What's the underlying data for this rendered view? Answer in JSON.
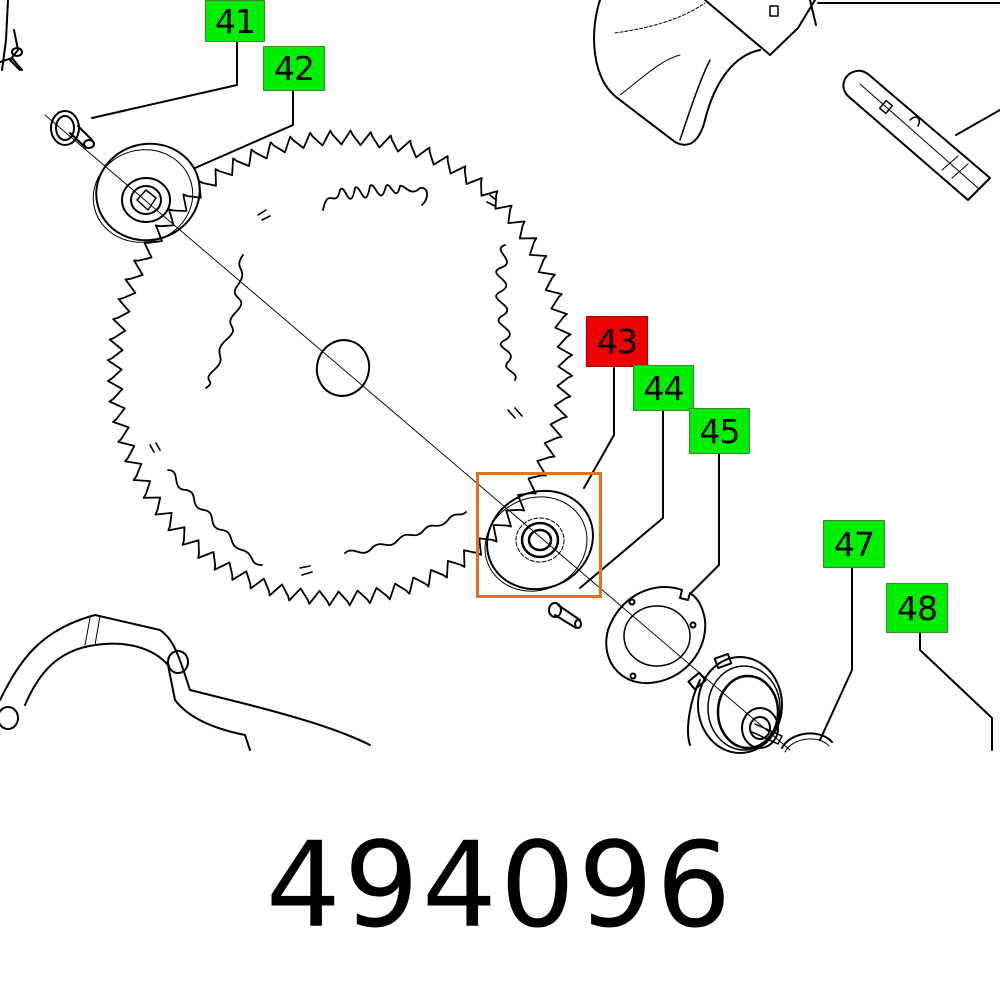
{
  "diagram": {
    "type": "exploded-parts-diagram",
    "colors": {
      "callout_default": "#00ee00",
      "callout_selected": "#ee0000",
      "highlight_box": "#e8701a",
      "line_art": "#000000",
      "background": "#ffffff"
    },
    "callouts": [
      {
        "id": "41",
        "label": "41",
        "state": "default"
      },
      {
        "id": "42",
        "label": "42",
        "state": "default"
      },
      {
        "id": "43",
        "label": "43",
        "state": "selected"
      },
      {
        "id": "44",
        "label": "44",
        "state": "default"
      },
      {
        "id": "45",
        "label": "45",
        "state": "default"
      },
      {
        "id": "47",
        "label": "47",
        "state": "default"
      },
      {
        "id": "48",
        "label": "48",
        "state": "default"
      }
    ],
    "selected_part": "43",
    "parts_depicted": [
      "screw",
      "outer-flange",
      "saw-blade",
      "inner-flange",
      "pin",
      "washer-plate",
      "spindle-bearing-assembly",
      "o-ring",
      "blade-guard-section",
      "shaft",
      "lever-arm"
    ]
  },
  "part_number": "494096"
}
